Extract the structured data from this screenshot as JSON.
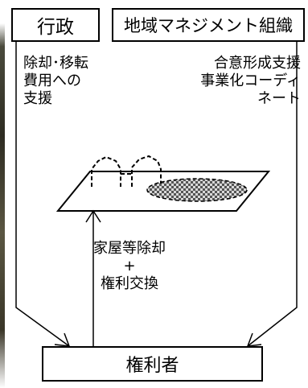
{
  "boxes": {
    "gov": "行政",
    "org": "地域マネジメント組織",
    "owner": "権利者"
  },
  "labels": {
    "gov_support": [
      "除却･移転",
      "費用への",
      "支援"
    ],
    "org_support": [
      "合意形成支援",
      "事業化コーディ",
      "ネート"
    ],
    "owner_action": [
      "家屋等除却",
      "+",
      "権利交換"
    ]
  }
}
